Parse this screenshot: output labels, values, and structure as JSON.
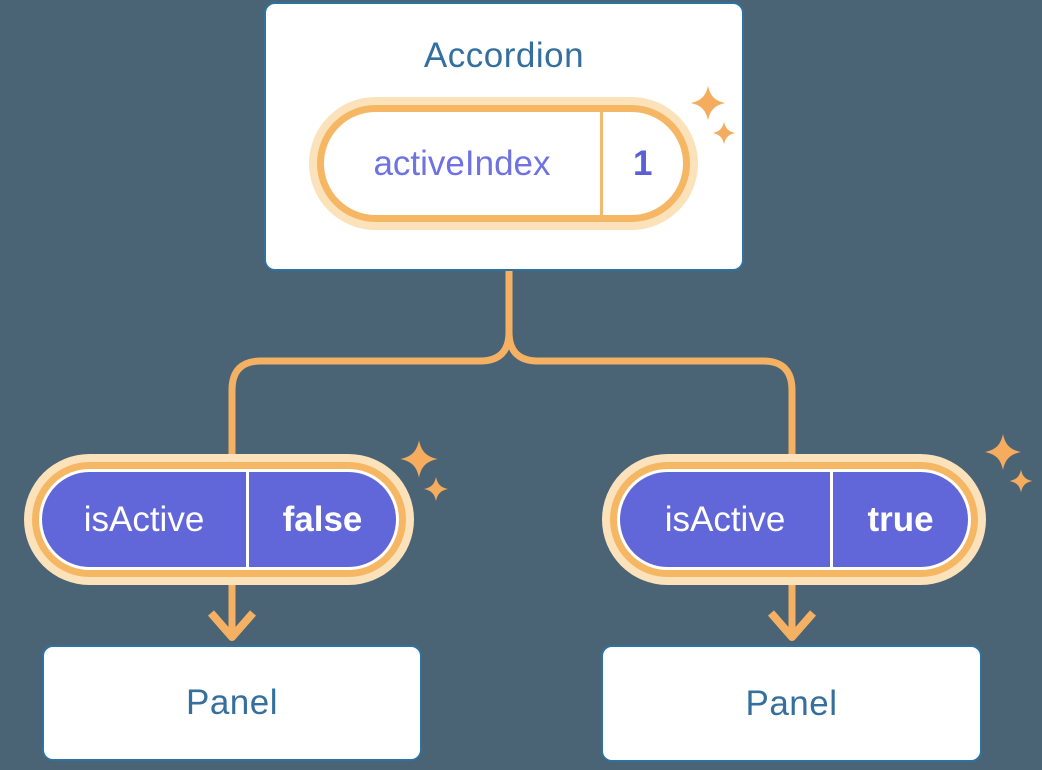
{
  "palette": {
    "background": "#4a6475",
    "box_border": "#2d73a2",
    "box_fill": "#ffffff",
    "heading_text": "#346f9d",
    "connector": "#f4b164",
    "pill_ring": "#f6b765",
    "pill_halo": "#fbe2bb",
    "pill_fill": "#6167d8",
    "pill_text": "#ffffff",
    "state_label_text": "#6e72e2",
    "state_value_text": "#5a5fd6",
    "divider_orange": "#f3b970",
    "sparkle": "#f5ac5f"
  },
  "diagram": {
    "root": {
      "title": "Accordion",
      "state_pill": {
        "label": "activeIndex",
        "value": "1"
      }
    },
    "children": [
      {
        "prop_pill": {
          "label": "isActive",
          "value": "false"
        },
        "panel_title": "Panel"
      },
      {
        "prop_pill": {
          "label": "isActive",
          "value": "true"
        },
        "panel_title": "Panel"
      }
    ]
  }
}
